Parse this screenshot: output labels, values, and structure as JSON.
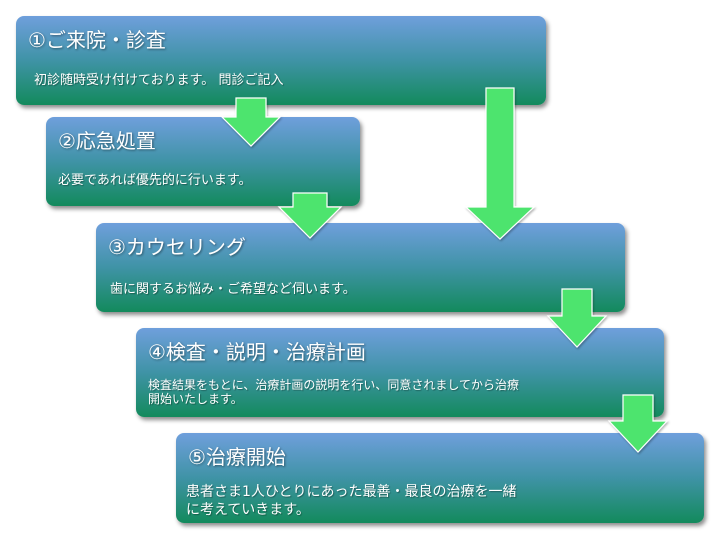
{
  "colors": {
    "box_top": "#6f9fdc",
    "box_bottom": "#138a5c",
    "arrow": "#4ee46e",
    "text": "#ffffff"
  },
  "steps": [
    {
      "title": "①ご来院・診査",
      "desc": "初診随時受け付けております。 問診ご記入"
    },
    {
      "title": "②応急処置",
      "desc": "必要であれば優先的に行います。"
    },
    {
      "title": "③カウセリング",
      "desc": "歯に関するお悩み・ご希望など伺います。"
    },
    {
      "title": "④検査・説明・治療計画",
      "desc": "検査結果をもとに、治療計画の説明を行い、同意されましてから治療\n開始いたします。"
    },
    {
      "title": "⑤治療開始",
      "desc": " 患者さま1人ひとりにあった最善・最良の治療を一緒\nに考えていきます。"
    }
  ]
}
